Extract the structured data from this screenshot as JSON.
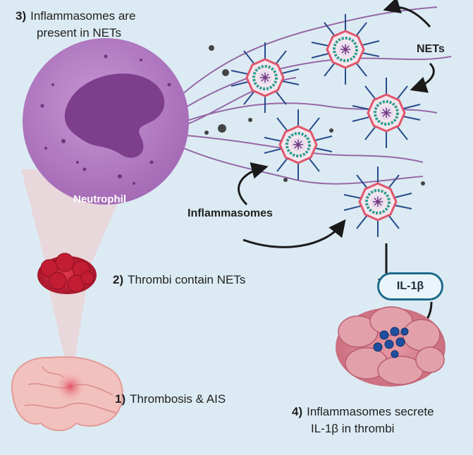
{
  "labels": {
    "step3_num": "3)",
    "step3_line1": "Inflammasomes are",
    "step3_line2": "present in NETs",
    "step2_num": "2)",
    "step2_text": "Thrombi contain NETs",
    "step1_num": "1)",
    "step1_text": "Thrombosis & AIS",
    "step4_num": "4)",
    "step4_line1": "Inflammasomes secrete",
    "step4_line2": "IL-1β in thrombi",
    "nets": "NETs",
    "inflammasomes": "Inflammasomes",
    "neutrophil": "Neutrophil",
    "il1b": "IL-1β"
  },
  "colors": {
    "background": "#dcebf3",
    "neutrophil": "#b57ec4",
    "nucleus": "#7d3f8c",
    "thrombus": "#c8243a",
    "brain": "#f0b7b4",
    "inflammasome_ring": "#e0566b",
    "inflammasome_core": "#2a9d8f",
    "il1b_outline": "#1f6b8c",
    "il1b_dot": "#1f4fa0"
  }
}
